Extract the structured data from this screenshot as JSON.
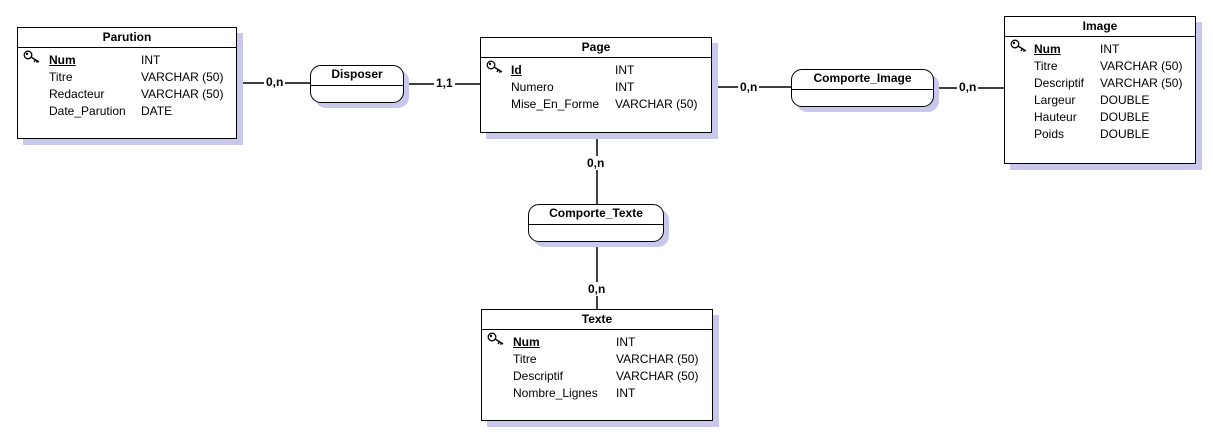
{
  "entities": {
    "parution": {
      "name": "Parution",
      "attributes": [
        {
          "name": "Num",
          "type": "INT"
        },
        {
          "name": "Titre",
          "type": "VARCHAR (50)"
        },
        {
          "name": "Redacteur",
          "type": "VARCHAR (50)"
        },
        {
          "name": "Date_Parution",
          "type": "DATE"
        }
      ]
    },
    "page": {
      "name": "Page",
      "attributes": [
        {
          "name": "Id",
          "type": "INT"
        },
        {
          "name": "Numero",
          "type": "INT"
        },
        {
          "name": "Mise_En_Forme",
          "type": "VARCHAR (50)"
        }
      ]
    },
    "image": {
      "name": "Image",
      "attributes": [
        {
          "name": "Num",
          "type": "INT"
        },
        {
          "name": "Titre",
          "type": "VARCHAR (50)"
        },
        {
          "name": "Descriptif",
          "type": "VARCHAR (50)"
        },
        {
          "name": "Largeur",
          "type": "DOUBLE"
        },
        {
          "name": "Hauteur",
          "type": "DOUBLE"
        },
        {
          "name": "Poids",
          "type": "DOUBLE"
        }
      ]
    },
    "texte": {
      "name": "Texte",
      "attributes": [
        {
          "name": "Num",
          "type": "INT"
        },
        {
          "name": "Titre",
          "type": "VARCHAR (50)"
        },
        {
          "name": "Descriptif",
          "type": "VARCHAR (50)"
        },
        {
          "name": "Nombre_Lignes",
          "type": "INT"
        }
      ]
    }
  },
  "associations": {
    "disposer": "Disposer",
    "comporte_image": "Comporte_Image",
    "comporte_texte": "Comporte_Texte"
  },
  "cardinalities": {
    "parution_disposer": "0,n",
    "disposer_page": "1,1",
    "page_comporte_image": "0,n",
    "comporte_image_image": "0,n",
    "page_comporte_texte": "0,n",
    "comporte_texte_texte": "0,n"
  },
  "colors": {
    "shadow": "#c8c8ec",
    "line": "#000000"
  },
  "icons": {
    "primary_key": "key-icon"
  }
}
